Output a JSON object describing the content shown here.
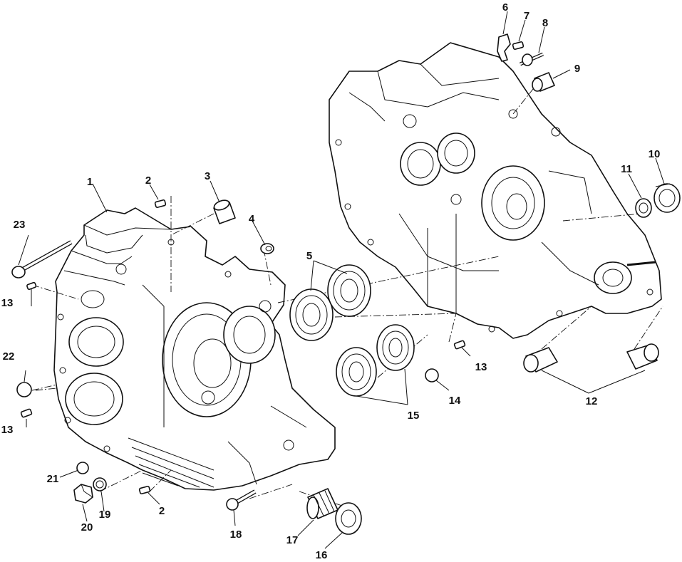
{
  "callouts": {
    "c1": "1",
    "c2a": "2",
    "c2b": "2",
    "c3": "3",
    "c4": "4",
    "c5": "5",
    "c6": "6",
    "c7": "7",
    "c8": "8",
    "c9": "9",
    "c10": "10",
    "c11": "11",
    "c12": "12",
    "c13a": "13",
    "c13b": "13",
    "c13c": "13",
    "c14": "14",
    "c15": "15",
    "c16": "16",
    "c17": "17",
    "c18": "18",
    "c19": "19",
    "c20": "20",
    "c21": "21",
    "c22": "22",
    "c23": "23"
  }
}
